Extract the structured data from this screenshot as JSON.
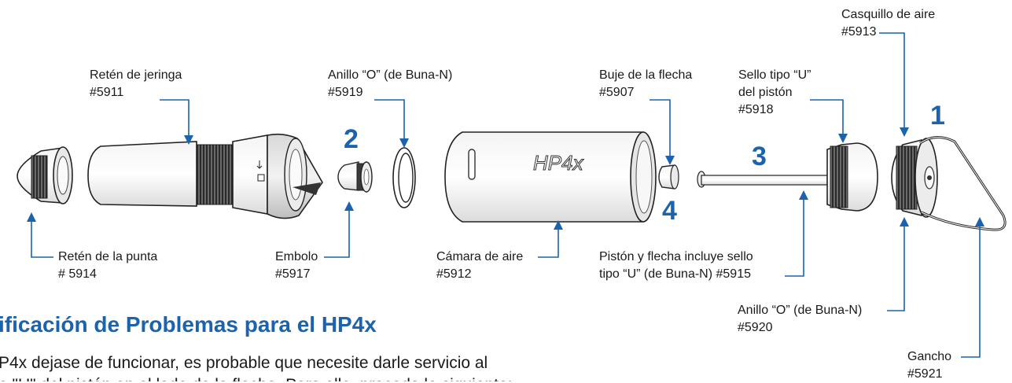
{
  "parts": {
    "syringe_retainer": {
      "name": "Retén de jeringa",
      "code": "#5911"
    },
    "o_ring_buna": {
      "name": "Anillo “O” (de Buna-N)",
      "code": "#5919"
    },
    "arrow_bushing": {
      "name": "Buje de la flecha",
      "code": "#5907"
    },
    "u_seal_piston": {
      "name_line1": "Sello tipo “U”",
      "name_line2": "del pistón",
      "code": "#5918"
    },
    "air_cap": {
      "name": "Casquillo de aire",
      "code": "#5913"
    },
    "tip_retainer": {
      "name": "Retén de la punta",
      "code": "# 5914"
    },
    "plunger": {
      "name": "Embolo",
      "code": "#5917"
    },
    "air_chamber": {
      "name": "Cámara de aire",
      "code": "#5912"
    },
    "piston_arrow": {
      "name_line1": "Pistón y flecha incluye sello",
      "name_line2": "tipo “U” (de Buna-N) #5915"
    },
    "o_ring_cap": {
      "name": "Anillo “O” (de Buna-N)",
      "code": "#5920"
    },
    "hook": {
      "name": "Gancho",
      "code": "#5921"
    }
  },
  "step_numbers": {
    "n1": "1",
    "n2": "2",
    "n3": "3",
    "n4": "4"
  },
  "chamber_logo": "HP4x",
  "section": {
    "heading": "ificación de Problemas para el HP4x",
    "paragraph_line1": "P4x dejase de funcionar, es probable que necesite darle servicio al",
    "paragraph_line2": "e \"U\" del pistón en el lado de la flecha. Para ello, proceda lo siguiente:"
  },
  "colors": {
    "accent": "#1b63ad",
    "text": "#1a1a1a",
    "line": "#1b63ad"
  }
}
